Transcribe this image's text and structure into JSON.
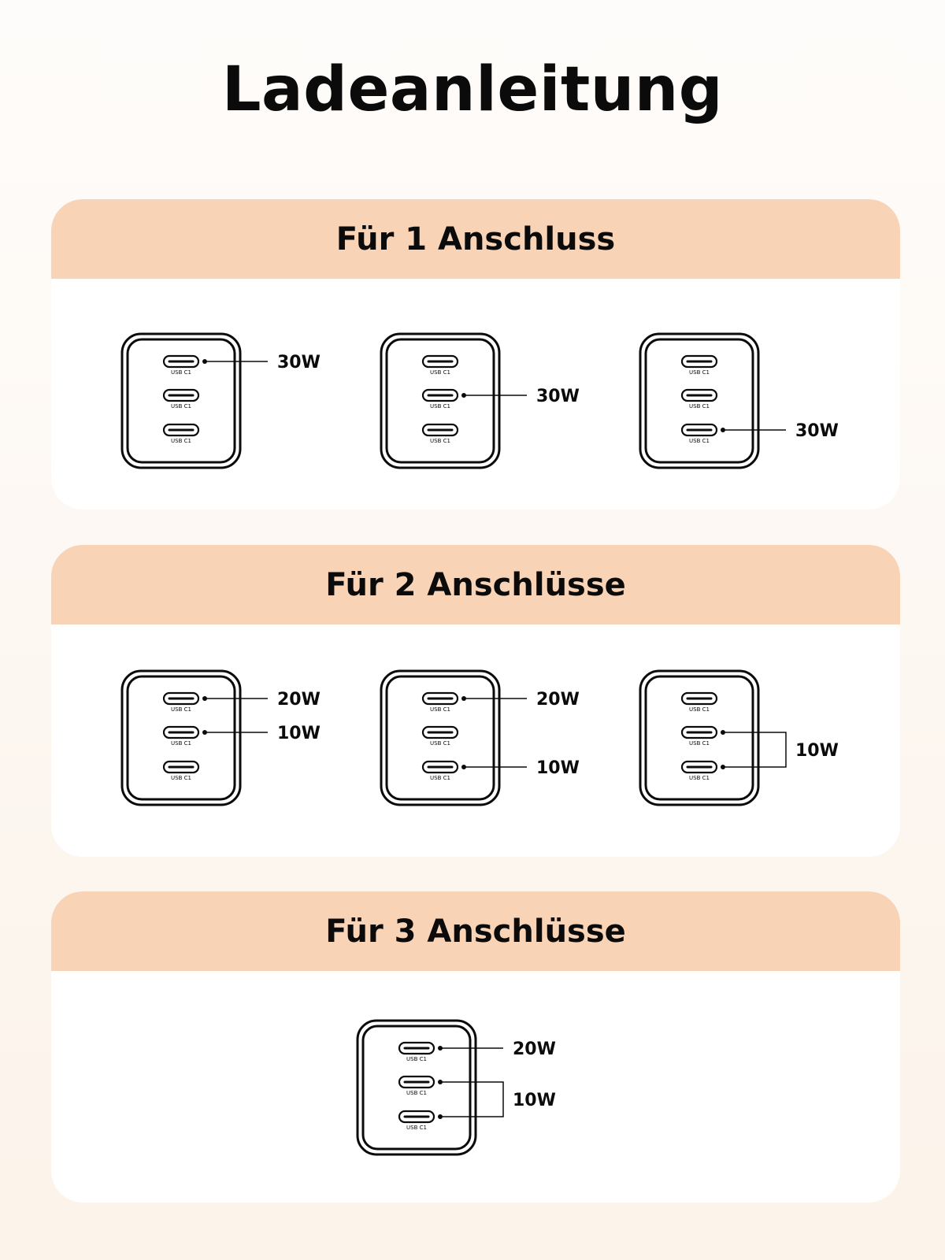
{
  "title": "Ladeanleitung",
  "colors": {
    "header_bg": "#f9d3b6",
    "card_bg": "#ffffff",
    "ink": "#0b0b0b"
  },
  "port_label": "USB C1",
  "sections": [
    {
      "title": "Für 1 Anschluss",
      "chargers": [
        {
          "outputs": [
            {
              "ports": [
                1
              ],
              "label": "30W"
            }
          ]
        },
        {
          "outputs": [
            {
              "ports": [
                2
              ],
              "label": "30W"
            }
          ]
        },
        {
          "outputs": [
            {
              "ports": [
                3
              ],
              "label": "30W"
            }
          ]
        }
      ]
    },
    {
      "title": "Für 2 Anschlüsse",
      "chargers": [
        {
          "outputs": [
            {
              "ports": [
                1
              ],
              "label": "20W"
            },
            {
              "ports": [
                2
              ],
              "label": "10W"
            }
          ]
        },
        {
          "outputs": [
            {
              "ports": [
                1
              ],
              "label": "20W"
            },
            {
              "ports": [
                3
              ],
              "label": "10W"
            }
          ]
        },
        {
          "outputs": [
            {
              "ports": [
                2,
                3
              ],
              "label": "10W"
            }
          ]
        }
      ]
    },
    {
      "title": "Für 3 Anschlüsse",
      "chargers": [
        {
          "outputs": [
            {
              "ports": [
                1
              ],
              "label": "20W"
            },
            {
              "ports": [
                2,
                3
              ],
              "label": "10W"
            }
          ]
        }
      ]
    }
  ]
}
